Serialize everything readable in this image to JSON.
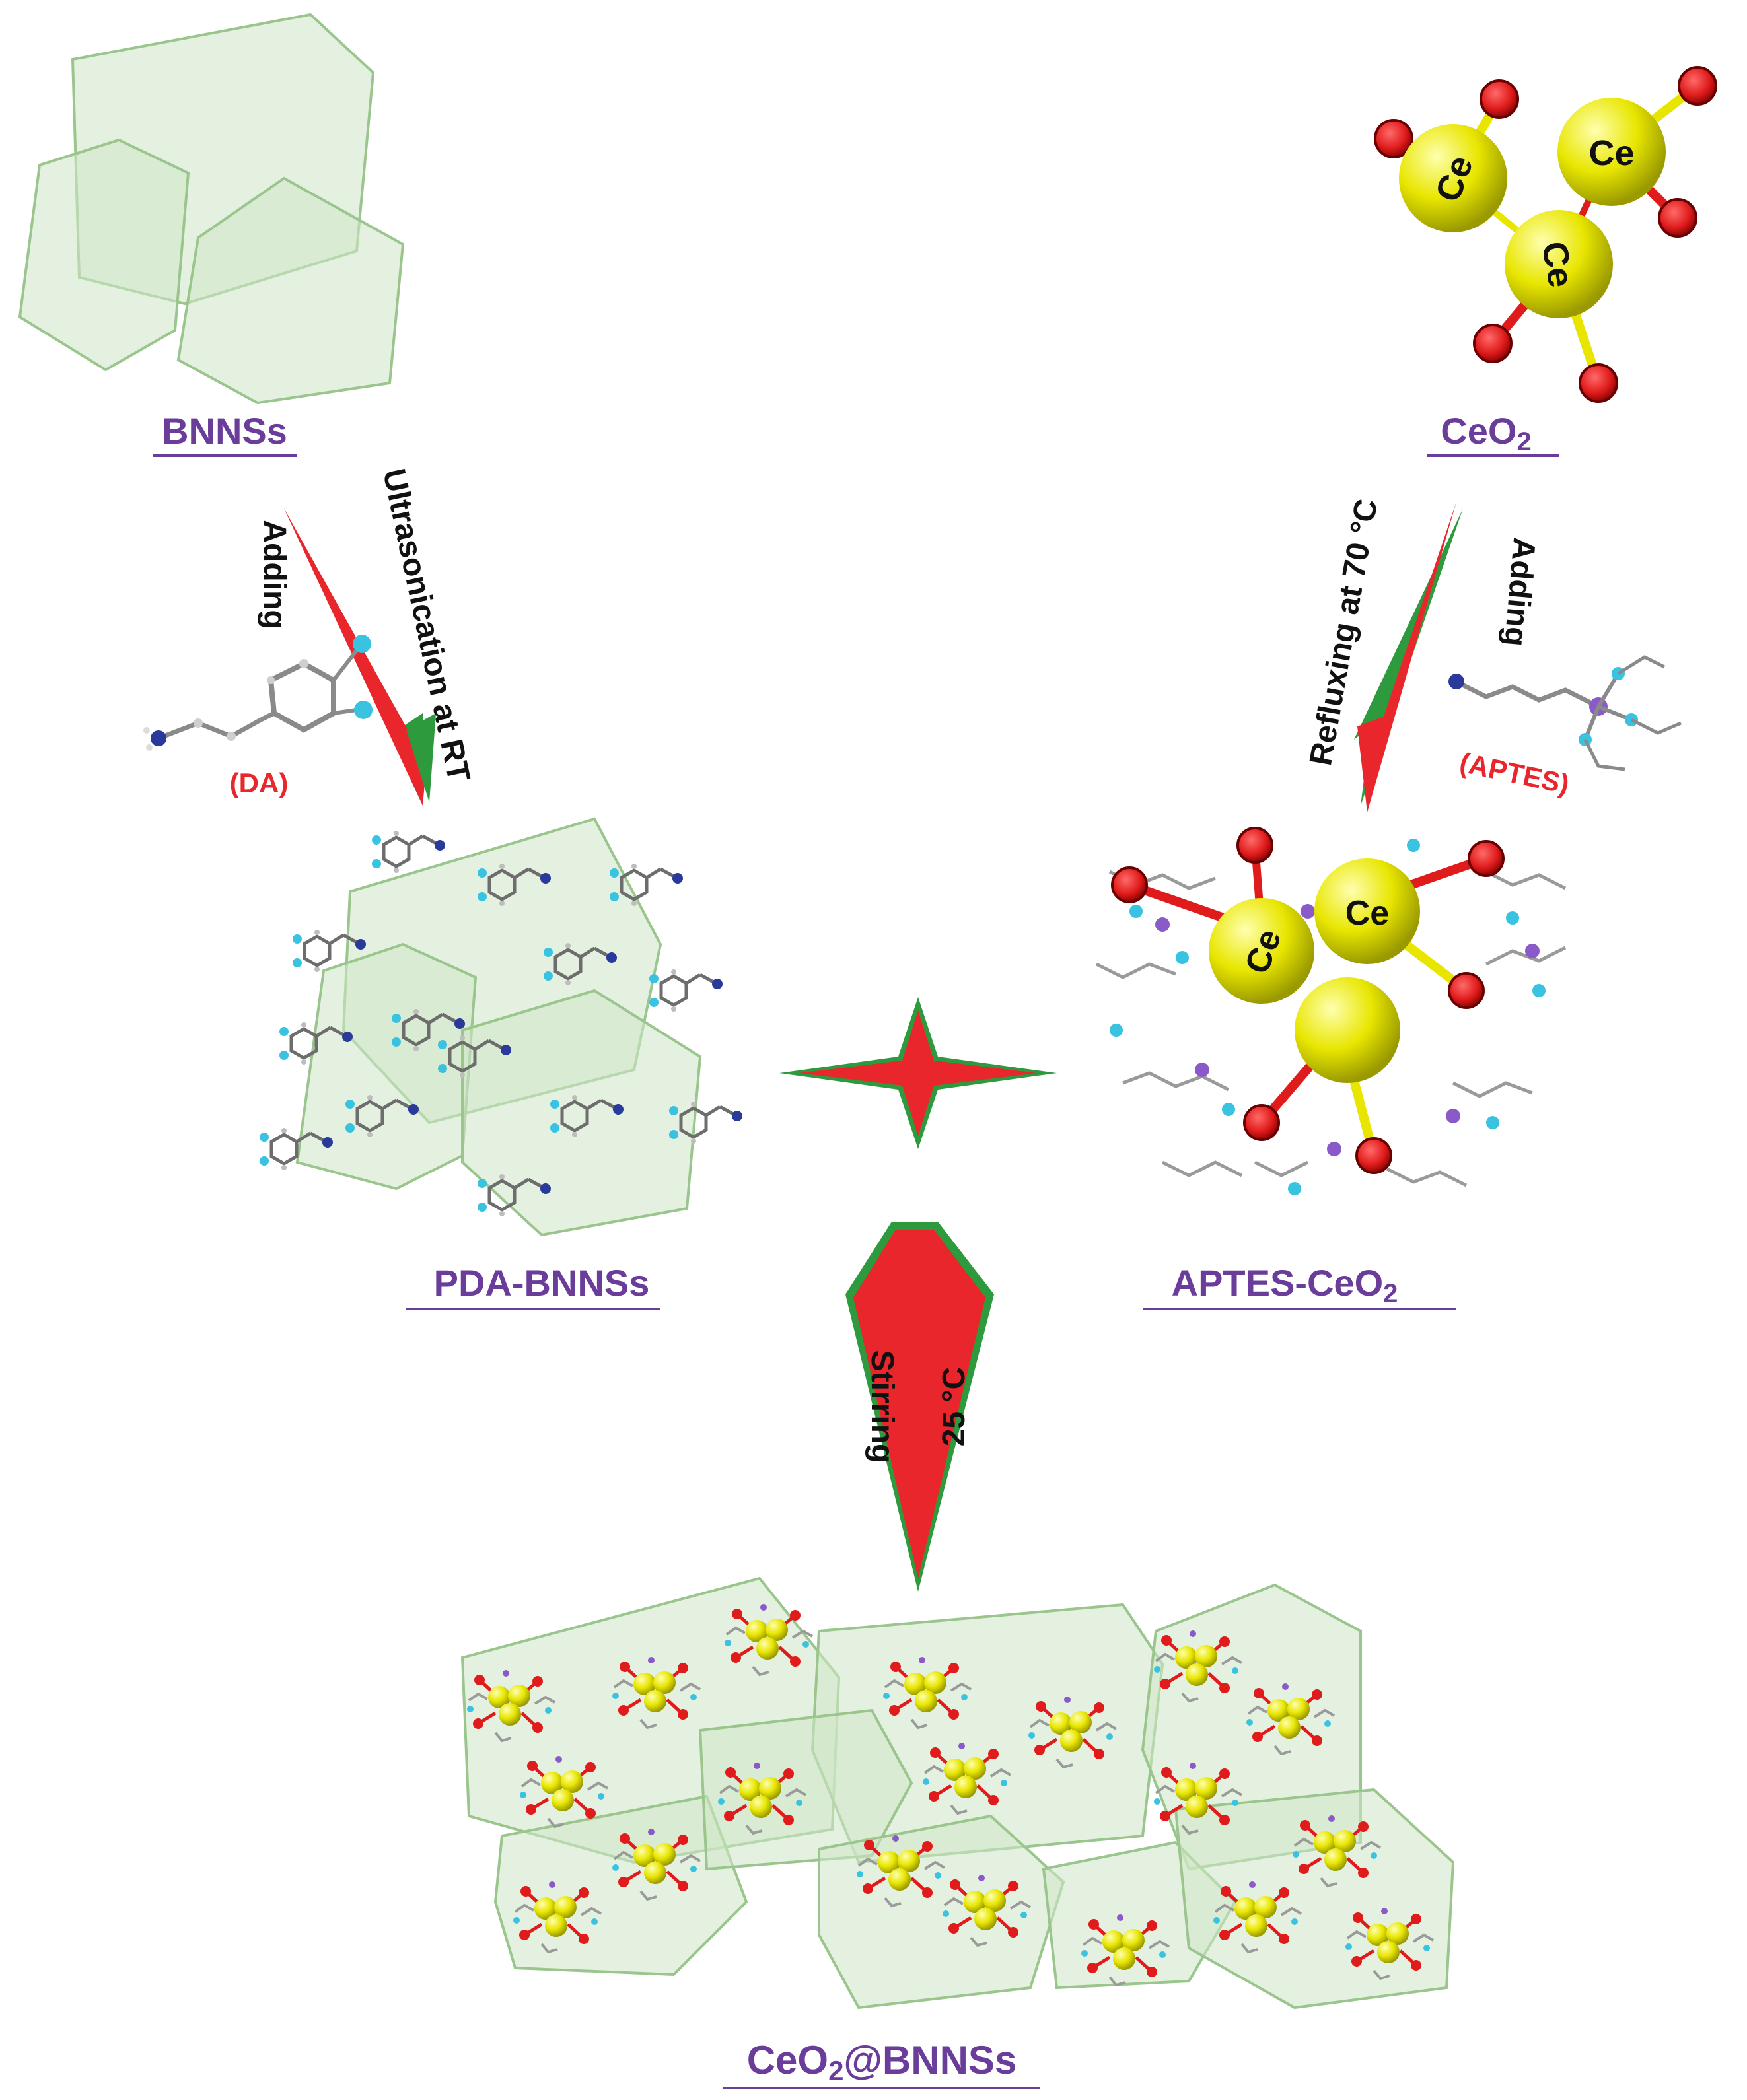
{
  "labels": {
    "bnnss": "BNNSs",
    "ceo2_main": "CeO",
    "ceo2_sub": "2",
    "pda_bnnss": "PDA-BNNSs",
    "aptes_main": "APTES-CeO",
    "aptes_sub": "2",
    "product_a": "CeO",
    "product_sub": "2",
    "product_b": "@BNNSs"
  },
  "steps": {
    "left_outer": "Adding",
    "left_inner": "Ultrasonication at RT",
    "right_outer": "Adding",
    "right_inner": "Refluxing at 70 °C",
    "bottom_left": "Stirring",
    "bottom_right": "25 °C"
  },
  "reagents": {
    "da": "(DA)",
    "aptes": "(APTES)"
  },
  "atoms": {
    "ce": "Ce"
  },
  "colors": {
    "arrow_red": "#e8262b",
    "arrow_green": "#2e9a3e",
    "label_purple": "#6a3d9a",
    "sheet_fill": "#cfe6c6",
    "ce_yellow": "#e8e600",
    "oxygen_red": "#e01b1b"
  }
}
